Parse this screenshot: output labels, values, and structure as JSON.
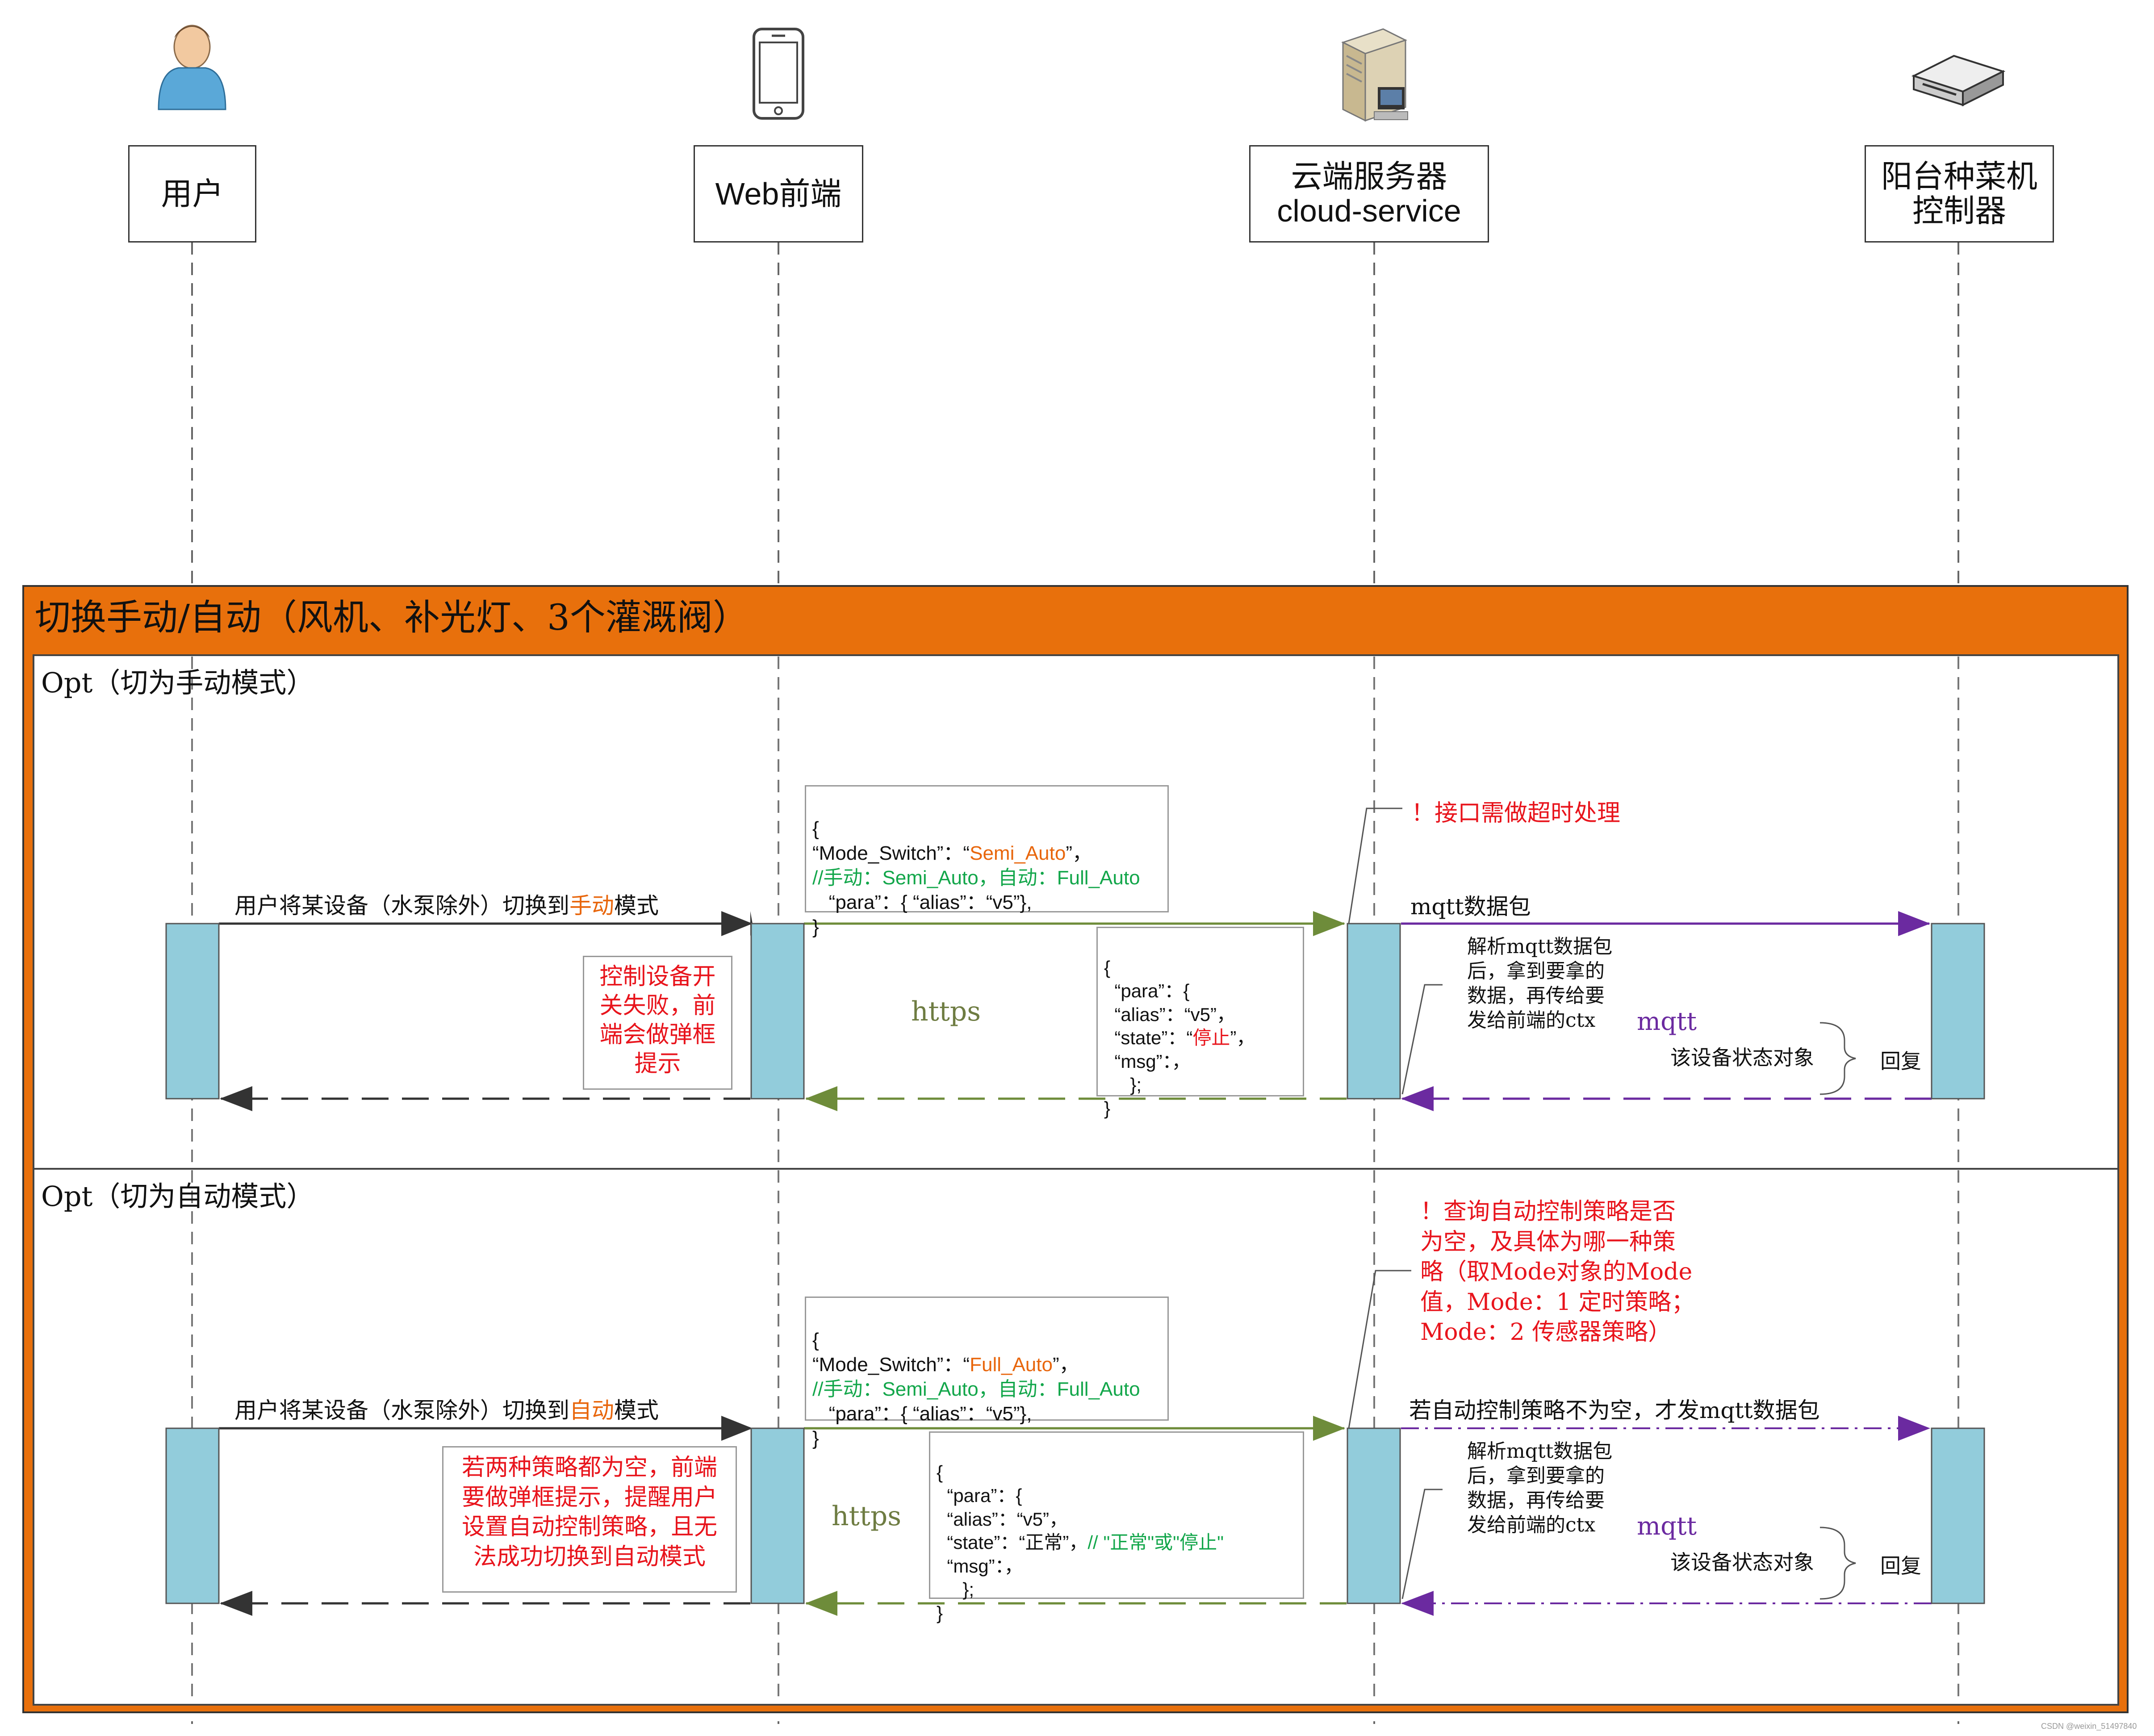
{
  "actors": {
    "user": "用户",
    "web": "Web前端",
    "cloud_line1": "云端服务器",
    "cloud_line2": "cloud-service",
    "controller_line1": "阳台种菜机",
    "controller_line2": "控制器"
  },
  "frame_title": "切换手动/自动（风机、补光灯、3个灌溉阀）",
  "opt_manual": {
    "title": "Opt（切为手动模式）",
    "user_msg_prefix": "用户将某设备（水泵除外）切换到",
    "user_msg_highlight": "手动",
    "user_msg_suffix": "模式",
    "request": {
      "line1": "{",
      "line2_key": "“Mode_Switch”：“",
      "line2_val": "Semi_Auto",
      "line2_end": "”，",
      "line3": "//手动：Semi_Auto，自动：Full_Auto",
      "line4": "   “para”：{ “alias”：“v5”},",
      "line5": "}"
    },
    "timeout_note": "！接口需做超时处理",
    "https": "https",
    "mqtt_label": "mqtt数据包",
    "response": {
      "line1": "{",
      "line2": "  “para”：{",
      "line3": "  “alias”：“v5”，",
      "line4_key": "  “state”：“",
      "line4_val": "停止",
      "line4_end": "”，",
      "line5": "  “msg”：，",
      "line6": "     };",
      "line7": "}"
    },
    "fail_note": [
      "控制设备开",
      "关失败，前",
      "端会做弹框",
      "提示"
    ],
    "parse_note": [
      "解析mqtt数据包",
      "后，拿到要拿的",
      "数据，再传给要",
      "发给前端的ctx"
    ],
    "mqtt_reply": "mqtt",
    "status_object": "该设备状态对象",
    "reply": "回复"
  },
  "opt_auto": {
    "title": "Opt（切为自动模式）",
    "user_msg_prefix": "用户将某设备（水泵除外）切换到",
    "user_msg_highlight": "自动",
    "user_msg_suffix": "模式",
    "request": {
      "line1": "{",
      "line2_key": "“Mode_Switch”：“",
      "line2_val": "Full_Auto",
      "line2_end": "”，",
      "line3": "//手动：Semi_Auto，自动：Full_Auto",
      "line4": "   “para”：{ “alias”：“v5”},",
      "line5": "}"
    },
    "query_note": [
      "！查询自动控制策略是否",
      "为空，及具体为哪一种策",
      "略（取Mode对象的Mode",
      "值，Mode：1 定时策略；",
      "Mode：2 传感器策略）"
    ],
    "https": "https",
    "mqtt_label": "若自动控制策略不为空，才发mqtt数据包",
    "response": {
      "line1": "{",
      "line2": "  “para”：{",
      "line3": "  “alias”：“v5”，",
      "line4_key": "  “state”：“正常”，",
      "line4_comment": "// \"正常\"或\"停止\"",
      "line5": "  “msg”：，",
      "line6": "     };",
      "line7": "}"
    },
    "fail_note": [
      "若两种策略都为空，前端",
      "要做弹框提示，提醒用户",
      "设置自动控制策略，且无",
      "法成功切换到自动模式"
    ],
    "parse_note": [
      "解析mqtt数据包",
      "后，拿到要拿的",
      "数据，再传给要",
      "发给前端的ctx"
    ],
    "mqtt_reply": "mqtt",
    "status_object": "该设备状态对象",
    "reply": "回复"
  },
  "watermark": "CSDN @weixin_51497840",
  "colors": {
    "frame": "#e8700c",
    "activation": "#92ccdb",
    "https_arrow": "#6e8c3a",
    "mqtt_arrow": "#6b2aa0",
    "highlight": "#e8660c",
    "alert": "#e8141c",
    "comment": "#12a64a"
  }
}
